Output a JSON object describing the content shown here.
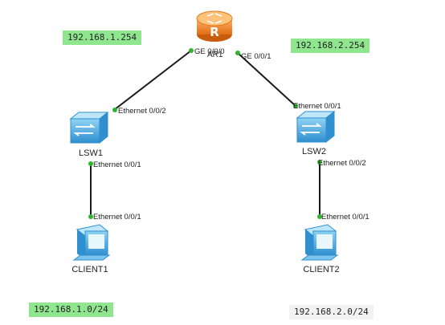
{
  "labels": {
    "net1_gateway": "192.168.1.254",
    "net2_gateway": "192.168.2.254",
    "net1_subnet": "192.168.1.0/24",
    "net2_subnet": "192.168.2.0/24"
  },
  "devices": {
    "router": "AR1",
    "switch1": "LSW1",
    "switch2": "LSW2",
    "client1": "CLIENT1",
    "client2": "CLIENT2"
  },
  "ports": {
    "ar1_left": "GE 0/0/0",
    "ar1_right": "GE 0/0/1",
    "lsw1_up": "Ethernet 0/0/2",
    "lsw1_down": "Ethernet 0/0/1",
    "client1_port": "Ethernet 0/0/1",
    "lsw2_up": "Ethernet 0/0/1",
    "lsw2_down": "Ethernet 0/0/2",
    "client2_port": "Ethernet 0/0/1"
  },
  "colors": {
    "router_orange": "#f08a2c",
    "device_blue": "#3fa6de",
    "port_green": "#2db52d",
    "subnet_green": "#8fe68f",
    "link_black": "#1a1a1a"
  }
}
